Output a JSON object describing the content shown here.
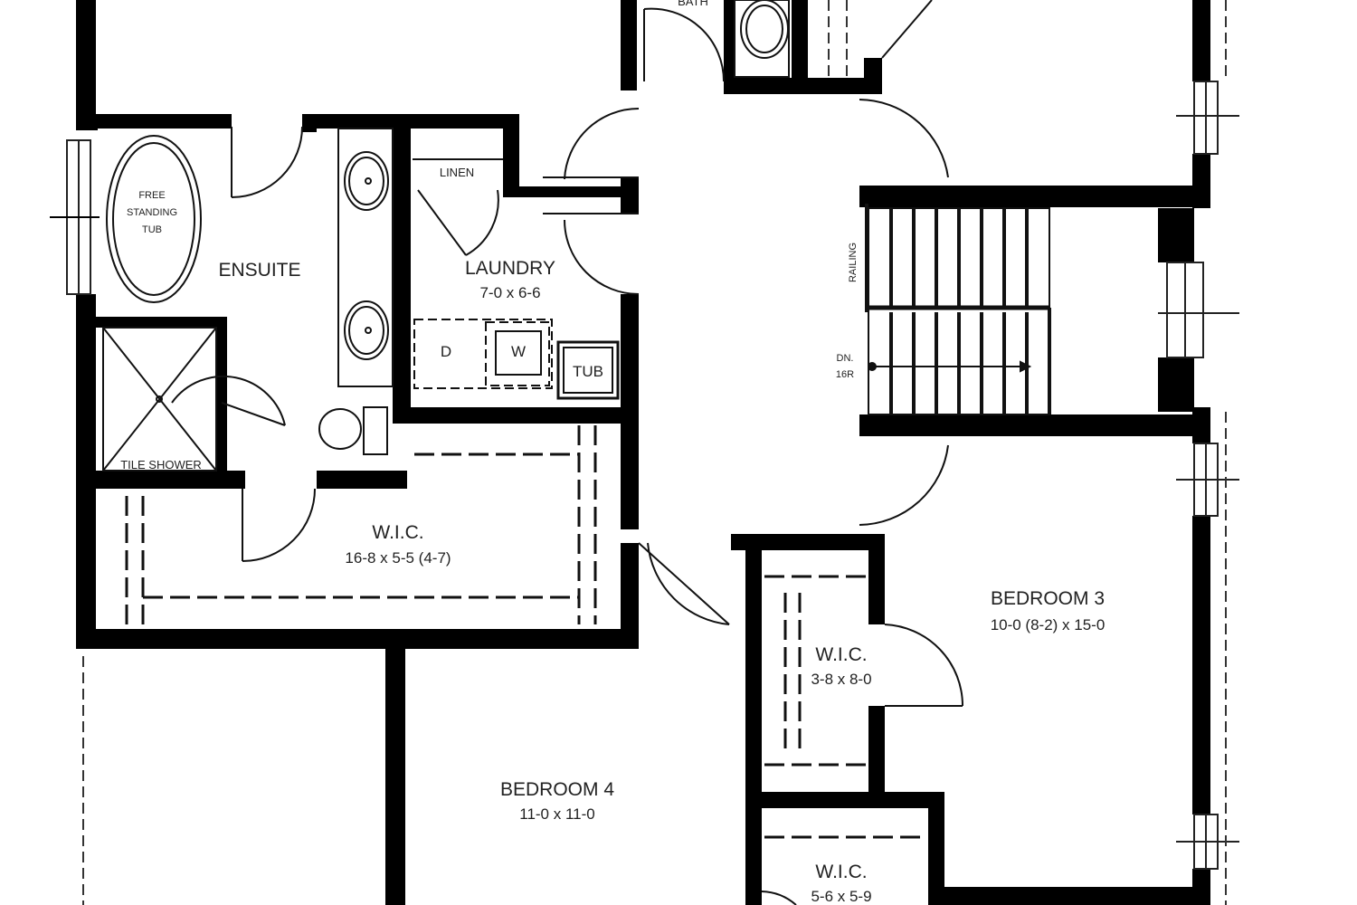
{
  "rooms": {
    "bath": {
      "name": "BATH"
    },
    "ensuite": {
      "name": "ENSUITE"
    },
    "laundry": {
      "name": "LAUNDRY",
      "dims": "7-0 x 6-6"
    },
    "linen": {
      "name": "LINEN"
    },
    "wic_master": {
      "name": "W.I.C.",
      "dims": "16-8 x 5-5 (4-7)"
    },
    "bedroom3": {
      "name": "BEDROOM 3",
      "dims": "10-0 (8-2) x 15-0"
    },
    "wic_bed3": {
      "name": "W.I.C.",
      "dims": "3-8 x 8-0"
    },
    "bedroom4": {
      "name": "BEDROOM 4",
      "dims": "11-0 x 11-0"
    },
    "wic_bed4": {
      "name": "W.I.C.",
      "dims": "5-6 x 5-9"
    }
  },
  "fixtures": {
    "tub_line1": "FREE",
    "tub_line2": "STANDING",
    "tub_line3": "TUB",
    "tile_shower": "TILE SHOWER",
    "dryer": "D",
    "washer": "W",
    "laundry_tub": "TUB",
    "railing": "RAILING",
    "stair_dn": "DN.",
    "stair_risers": "16R"
  }
}
